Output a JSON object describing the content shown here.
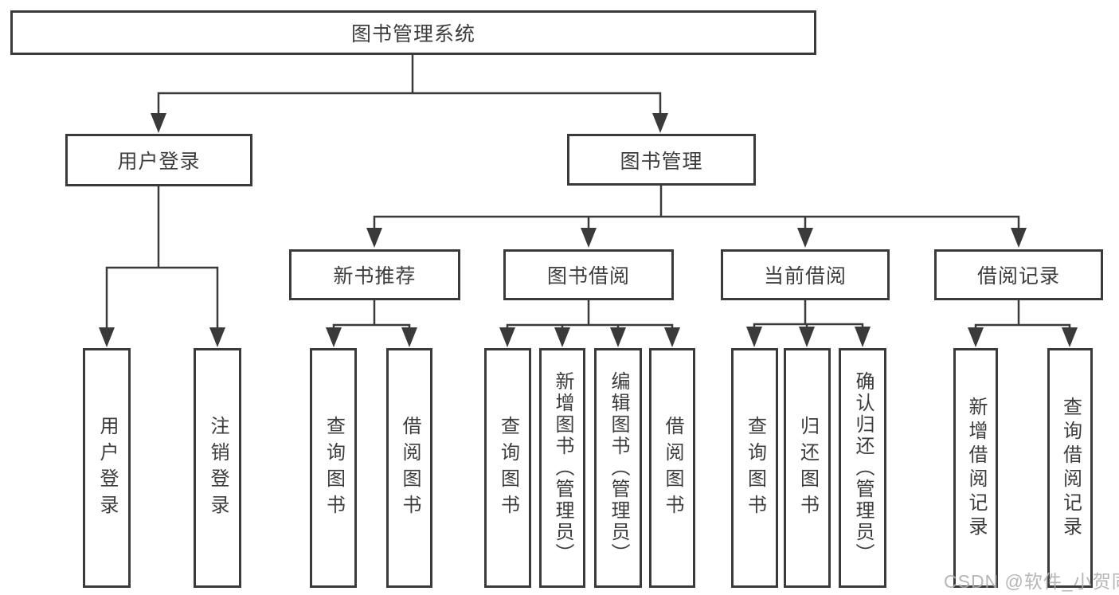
{
  "tree": {
    "root": {
      "label": "图书管理系统",
      "children": [
        {
          "label": "用户登录",
          "children": [
            {
              "label": "用户登录"
            },
            {
              "label": "注销登录"
            }
          ]
        },
        {
          "label": "图书管理",
          "children": [
            {
              "label": "新书推荐",
              "children": [
                {
                  "label": "查询图书"
                },
                {
                  "label": "借阅图书"
                }
              ]
            },
            {
              "label": "图书借阅",
              "children": [
                {
                  "label": "查询图书"
                },
                {
                  "label": "新增图书（管理员）"
                },
                {
                  "label": "编辑图书（管理员）"
                },
                {
                  "label": "借阅图书"
                }
              ]
            },
            {
              "label": "当前借阅",
              "children": [
                {
                  "label": "查询图书"
                },
                {
                  "label": "归还图书"
                },
                {
                  "label": "确认归还（管理员）"
                }
              ]
            },
            {
              "label": "借阅记录",
              "children": [
                {
                  "label": "新增借阅记录"
                },
                {
                  "label": "查询借阅记录"
                }
              ]
            }
          ]
        }
      ]
    }
  },
  "watermark": {
    "text": "CSDN @软件_小贺同学"
  },
  "colors": {
    "line": "#3a3a3a",
    "text": "#3d3d3d",
    "background": "#ffffff",
    "watermark": "#acacac"
  }
}
